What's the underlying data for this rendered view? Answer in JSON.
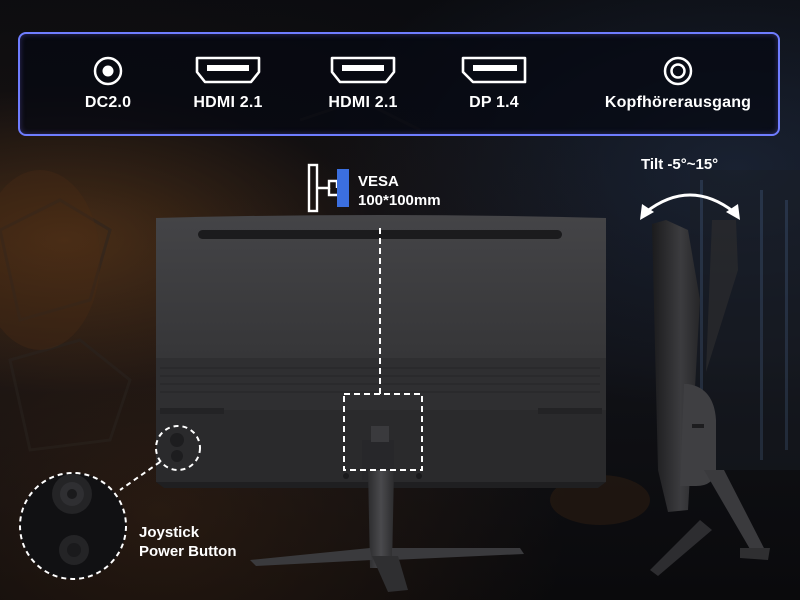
{
  "ports": [
    {
      "label": "DC2.0",
      "icon": "dc-power-port-icon"
    },
    {
      "label": "HDMI 2.1",
      "icon": "hdmi-port-icon"
    },
    {
      "label": "HDMI 2.1",
      "icon": "hdmi-port-icon"
    },
    {
      "label": "DP 1.4",
      "icon": "displayport-icon"
    },
    {
      "label": "Kopfhörerausgang",
      "icon": "headphone-jack-icon"
    }
  ],
  "vesa": {
    "line1": "VESA",
    "line2": "100*100mm"
  },
  "tilt": {
    "label": "Tilt -5°~15°"
  },
  "controls": {
    "line1": "Joystick",
    "line2": "Power Button"
  },
  "colors": {
    "accent_border": "#6f7dff",
    "monitor_body": "#3a3a3c",
    "background": "#0b0c10"
  }
}
